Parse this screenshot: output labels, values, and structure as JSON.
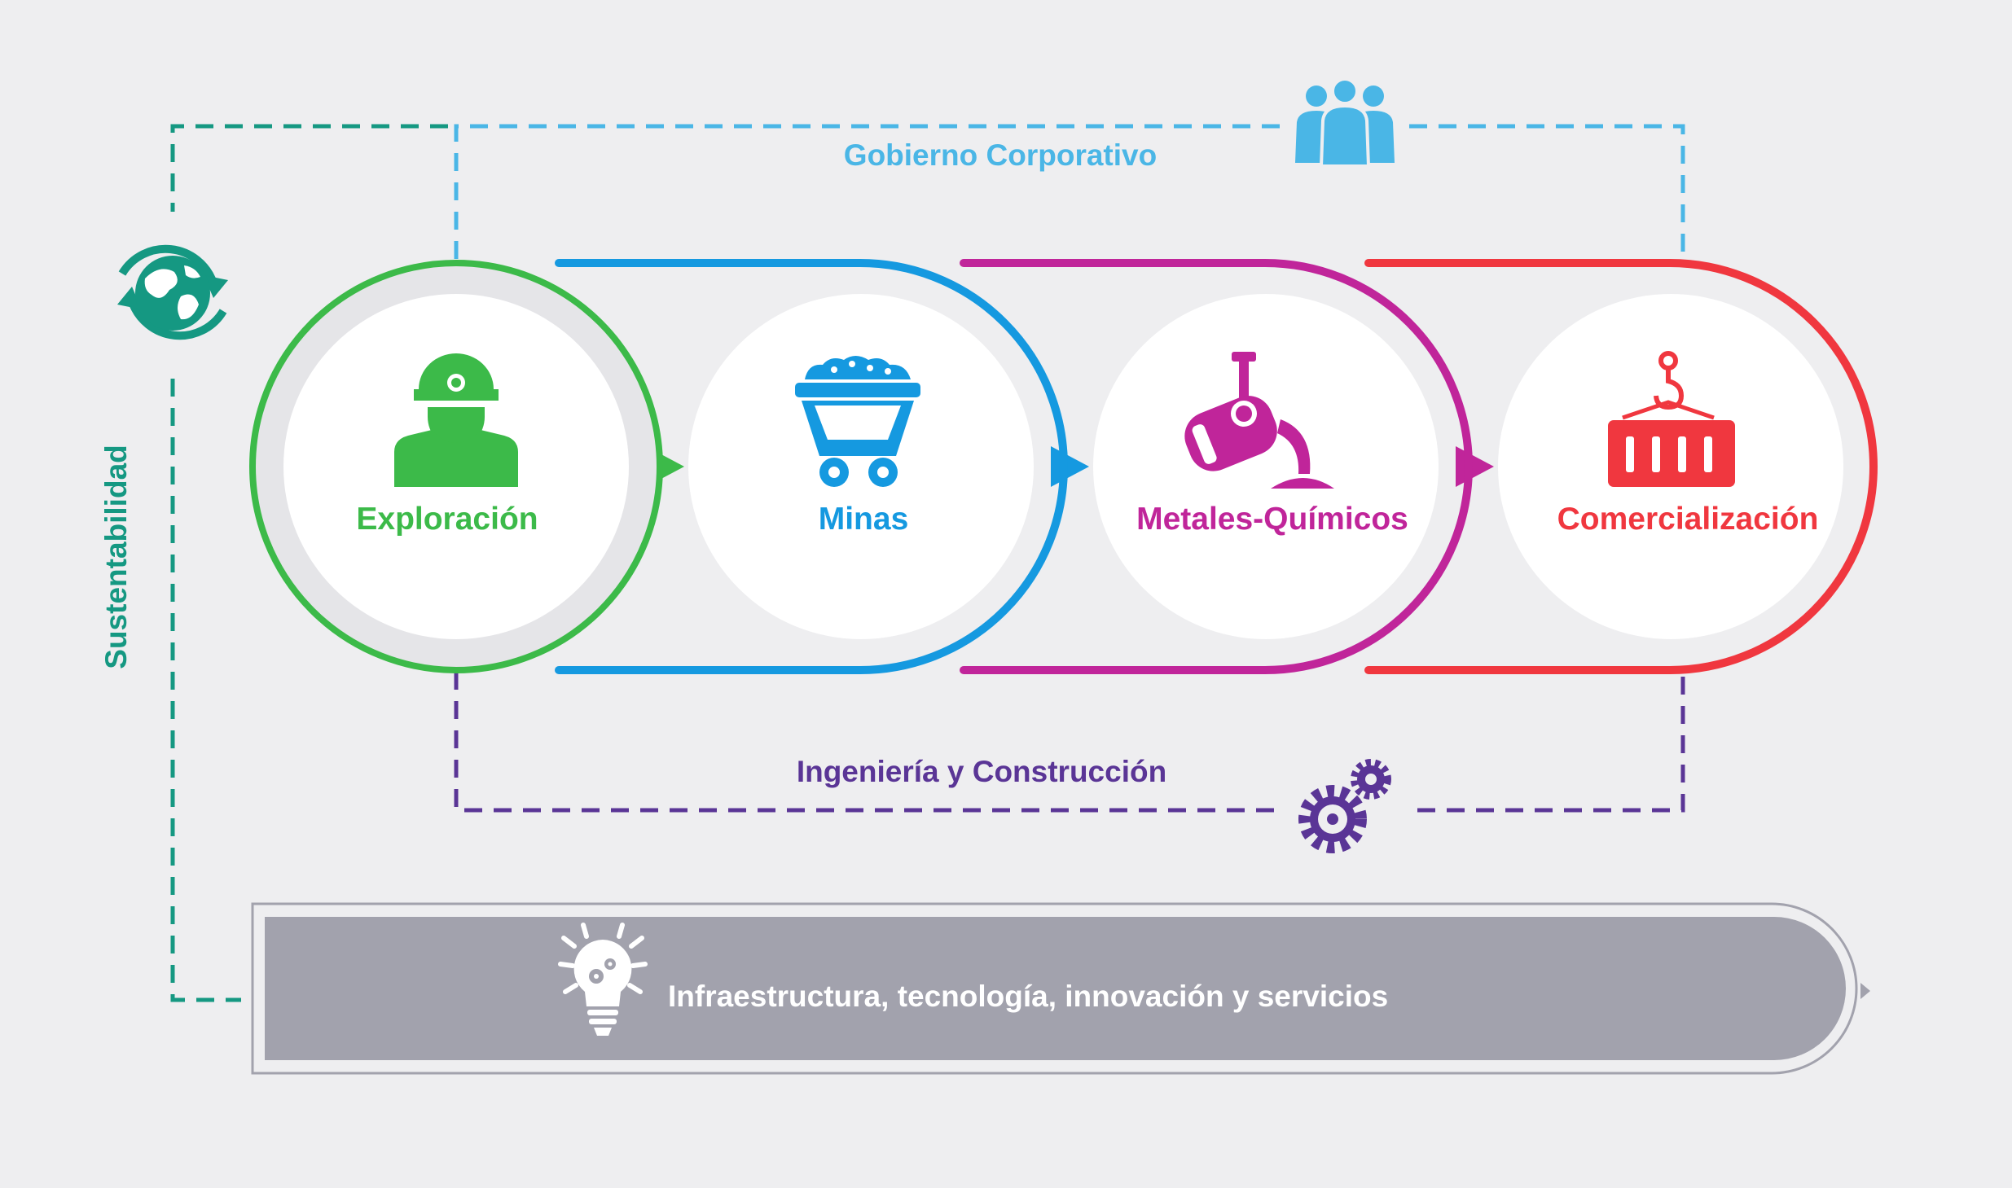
{
  "stages": [
    {
      "label": "Exploración",
      "color": "#3cba49",
      "icon": "miner-icon"
    },
    {
      "label": "Minas",
      "color": "#1599e0",
      "icon": "mine-cart-icon"
    },
    {
      "label": "Metales-Químicos",
      "color": "#c0259a",
      "icon": "smelting-ladle-icon"
    },
    {
      "label": "Comercialización",
      "color": "#f0373f",
      "icon": "shipping-container-icon"
    }
  ],
  "frames": {
    "top": {
      "label": "Gobierno Corporativo",
      "color": "#4ab6e6",
      "icon": "people-group-icon"
    },
    "bottom": {
      "label": "Ingeniería y Construcción",
      "color": "#5a3596",
      "icon": "gears-icon"
    },
    "left": {
      "label": "Sustentabilidad",
      "color": "#159882",
      "icon": "recycle-globe-icon"
    }
  },
  "base_bar": {
    "label": "Infraestructura, tecnología, innovación y servicios",
    "color": "#a2a2ad",
    "icon": "lightbulb-gears-icon"
  }
}
